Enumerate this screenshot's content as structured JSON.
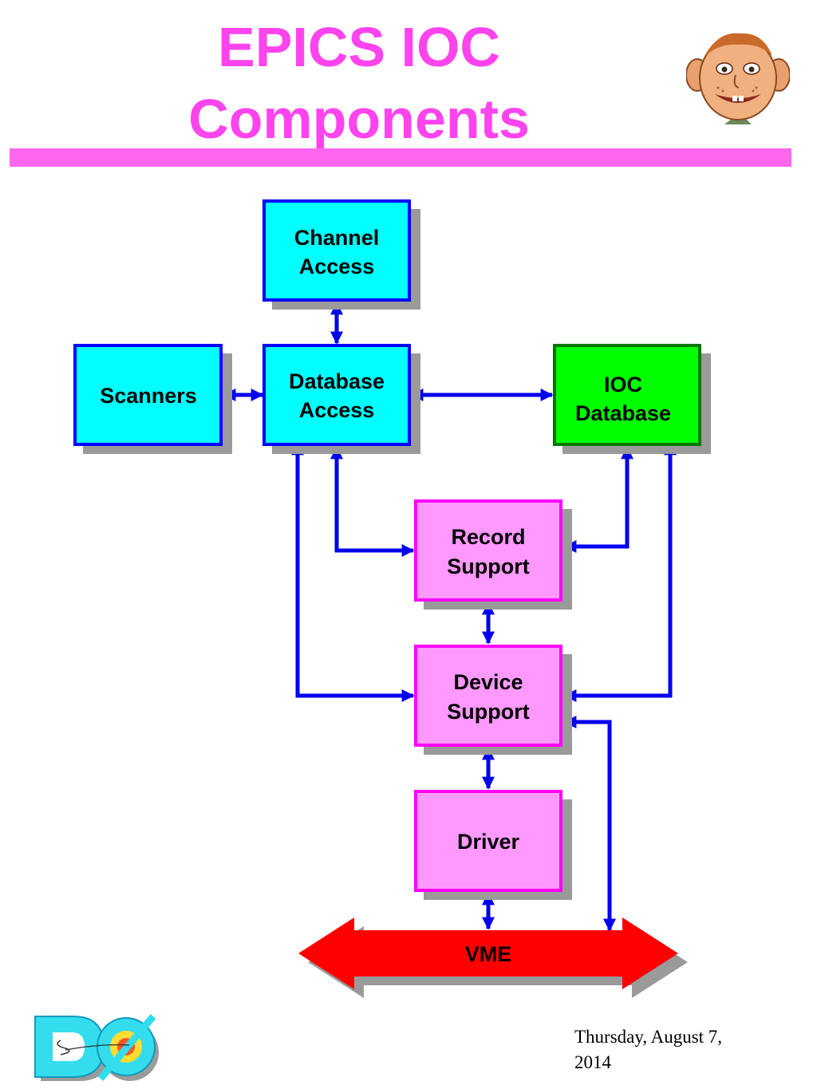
{
  "title": {
    "line1": "EPICS IOC",
    "line2": "Components"
  },
  "colors": {
    "title": "#ff44ee",
    "title_rule": "#ff66ee",
    "access_box": "#00ffff",
    "ioc_database_box": "#00ff00",
    "support_box": "#ff99ff",
    "box_border_blue": "#0000ff",
    "box_border_magenta": "#ff00ff",
    "arrow": "#0000ee",
    "vme_bus": "#ff0000"
  },
  "diagram": {
    "channel_access": {
      "line1": "Channel",
      "line2": "Access"
    },
    "scanners": {
      "label": "Scanners"
    },
    "database_access": {
      "line1": "Database",
      "line2": "Access"
    },
    "ioc_database": {
      "line1": "IOC",
      "line2": "Database"
    },
    "record_support": {
      "line1": "Record",
      "line2": "Support"
    },
    "device_support": {
      "line1": "Device",
      "line2": "Support"
    },
    "driver": {
      "label": "Driver"
    },
    "vme": {
      "label": "VME"
    }
  },
  "images": {
    "mascot": "cartoon-face-mascot",
    "logo": "D0-experiment-logo"
  },
  "footer": {
    "date_line1": "Thursday, August 7,",
    "date_line2": "2014"
  }
}
